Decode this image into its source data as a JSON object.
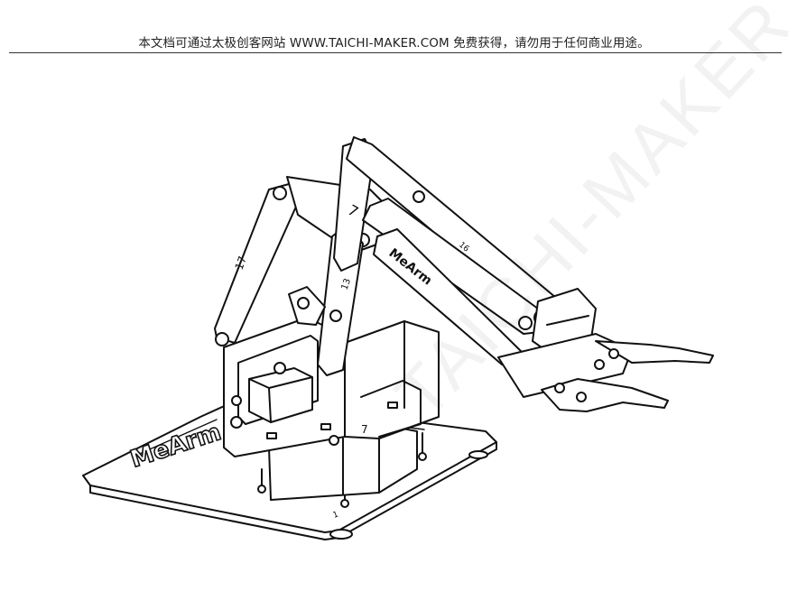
{
  "header": {
    "text": "本文档可通过太极创客网站 WWW.TAICHI-MAKER.COM 免费获得，请勿用于任何商业用途。"
  },
  "figure": {
    "base_logo": "MeArm",
    "arm_logo": "MeArm",
    "part_labels": [
      "17",
      "7",
      "13",
      "16",
      "7",
      "1"
    ]
  },
  "watermark": {
    "text": "TAICHI-MAKER.COM"
  }
}
